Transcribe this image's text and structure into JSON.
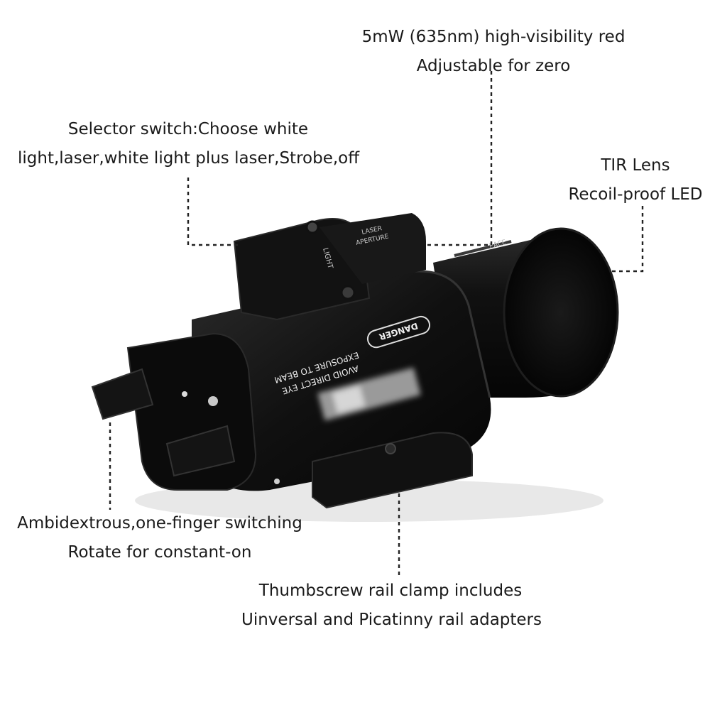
{
  "callouts": {
    "laser": {
      "line1": "5mW (635nm) high-visibility red",
      "line2": "Adjustable for zero"
    },
    "selector": {
      "line1": "Selector switch:Choose white",
      "line2": "light,laser,white light plus laser,Strobe,off"
    },
    "lens": {
      "line1": "TIR Lens",
      "line2": "Recoil-proof LED"
    },
    "switch": {
      "line1": "Ambidextrous,one-finger switching",
      "line2": "Rotate for constant-on"
    },
    "clamp": {
      "line1": "Thumbscrew rail clamp includes",
      "line2": "Uinversal and Picatinny rail adapters"
    }
  },
  "product_markings": {
    "danger": "DANGER",
    "warning_line1": "AVOID DIRECT EYE",
    "warning_line2": "EXPOSURE TO BEAM",
    "aperture_line1": "LASER",
    "aperture_line2": "APERTURE",
    "light": "LIGHT",
    "lens_text": "FACE"
  },
  "colors": {
    "body": "#0d0d0d",
    "leader_line": "#222222"
  }
}
